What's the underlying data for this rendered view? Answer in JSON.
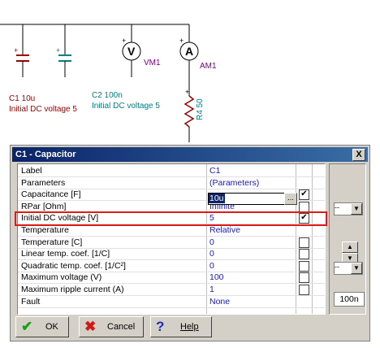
{
  "schematic": {
    "c1_label": "C1 10u",
    "c1_desc": "Initial DC voltage 5",
    "c2_label": "C2 100n",
    "c2_desc": "Initial DC voltage 5",
    "vm_symbol": "V",
    "vm_label": "VM1",
    "am_symbol": "A",
    "am_label": "AM1",
    "r4_label": "R4 50",
    "colors": {
      "c1": "#990000",
      "c2": "#008080",
      "meter": "#800080",
      "wire": "#000000"
    }
  },
  "dialog": {
    "title": "C1 - Capacitor",
    "close_label": "X",
    "edit_value": "10u",
    "edit_button": "...",
    "rows": [
      {
        "name": "Label",
        "value": "C1",
        "checkbox": "none"
      },
      {
        "name": "Parameters",
        "value": "(Parameters)",
        "checkbox": "none"
      },
      {
        "name": "Capacitance  [F]",
        "value": "10u",
        "checkbox": "checked"
      },
      {
        "name": "RPar      [Ohm]",
        "value": "Infinite",
        "checkbox": "unchecked"
      },
      {
        "name": "Initial DC voltage  [V]",
        "value": "5",
        "checkbox": "checked"
      },
      {
        "name": "Temperature",
        "value": "Relative",
        "checkbox": "none"
      },
      {
        "name": "Temperature [C]",
        "value": "0",
        "checkbox": "unchecked"
      },
      {
        "name": "Linear temp. coef. [1/C]",
        "value": "0",
        "checkbox": "unchecked"
      },
      {
        "name": "Quadratic temp. coef. [1/C²]",
        "value": "0",
        "checkbox": "unchecked"
      },
      {
        "name": "Maximum voltage (V)",
        "value": "100",
        "checkbox": "unchecked"
      },
      {
        "name": "Maximum ripple current (A)",
        "value": "1",
        "checkbox": "unchecked"
      },
      {
        "name": "Fault",
        "value": "None",
        "checkbox": "none"
      }
    ],
    "right_panel": {
      "combo1_value": "--",
      "combo2_value": "--",
      "spin_up": "▲",
      "spin_down": "▼",
      "value_box": "100n"
    },
    "buttons": {
      "ok": "OK",
      "cancel": "Cancel",
      "help": "Help"
    }
  }
}
